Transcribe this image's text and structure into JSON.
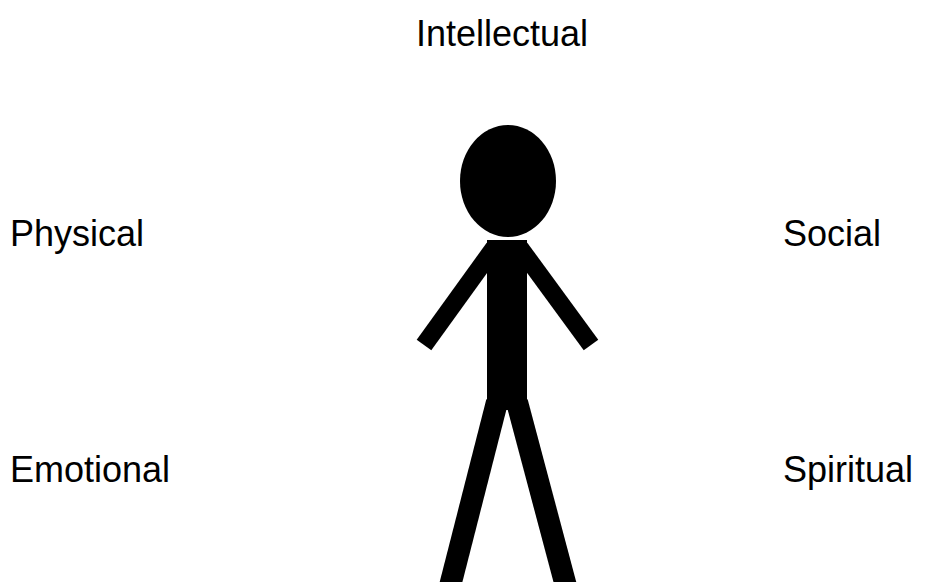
{
  "diagram": {
    "labels": [
      "Intellectual",
      "Physical",
      "Social",
      "Emotional",
      "Spiritual"
    ]
  }
}
